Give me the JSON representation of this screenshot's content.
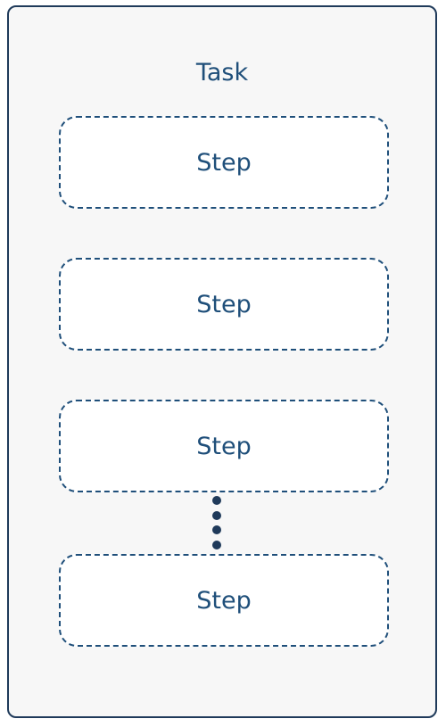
{
  "task": {
    "title": "Task"
  },
  "steps": [
    {
      "label": "Step"
    },
    {
      "label": "Step"
    },
    {
      "label": "Step"
    },
    {
      "label": "Step"
    }
  ],
  "colors": {
    "border": "#1f3a5a",
    "accent": "#1f4f7a",
    "container_bg": "#f7f7f7",
    "step_bg": "#ffffff"
  },
  "icons": {
    "ellipsis": "vertical-ellipsis-icon"
  }
}
